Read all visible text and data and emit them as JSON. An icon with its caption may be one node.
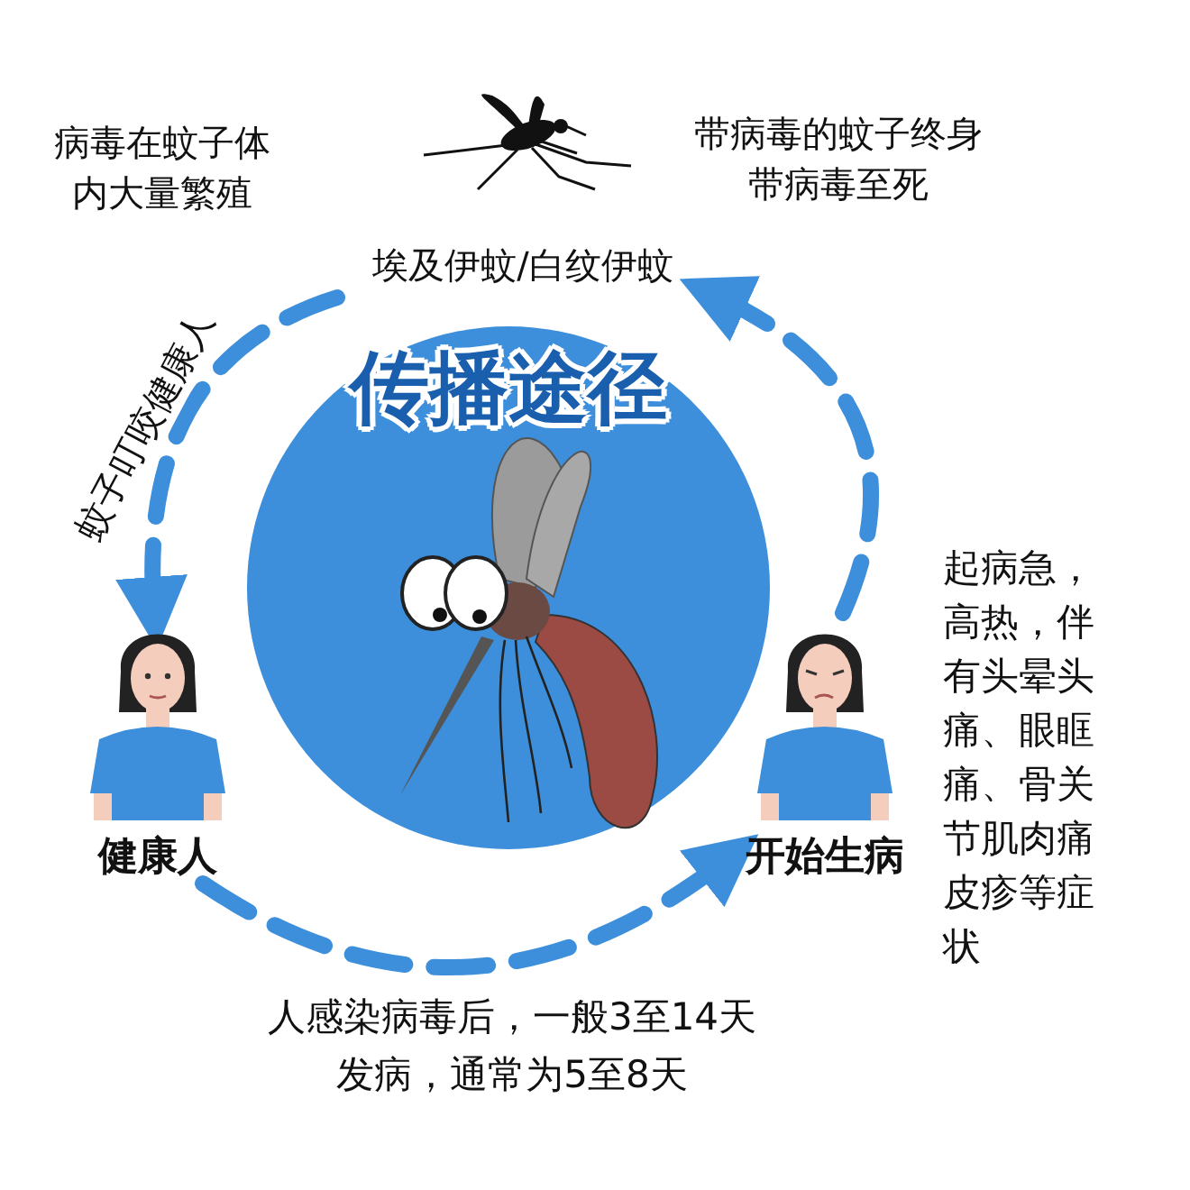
{
  "diagram": {
    "nodes": [
      {
        "text": [],
        "shape": "picture",
        "beside": [
          "病毒在蚊子体内大量繁殖",
          "带病毒的蚊子终身带病毒至死",
          "埃及伊蚊/白纹伊蚊"
        ]
      },
      {
        "text": [
          "传播途径"
        ]
      },
      {
        "text": [
          "健康人"
        ]
      },
      {
        "text": [
          "开始生病"
        ],
        "beside": [
          "起病急，高热，伴有头晕头痛、眼眶痛、骨关节肌肉痛皮疹等症状"
        ]
      }
    ],
    "edges": [
      {
        "from": 0,
        "to": 2,
        "arrow": "to",
        "label": "蚊子叮咬健康人",
        "style": "dashed"
      },
      {
        "from": 2,
        "to": 3,
        "arrow": "to",
        "style": "dashed"
      },
      {
        "from": 3,
        "to": 0,
        "arrow": "to",
        "style": "dashed"
      }
    ],
    "labels": [
      "人感染病毒后，一般3至14天发病，通常为5至8天"
    ]
  }
}
